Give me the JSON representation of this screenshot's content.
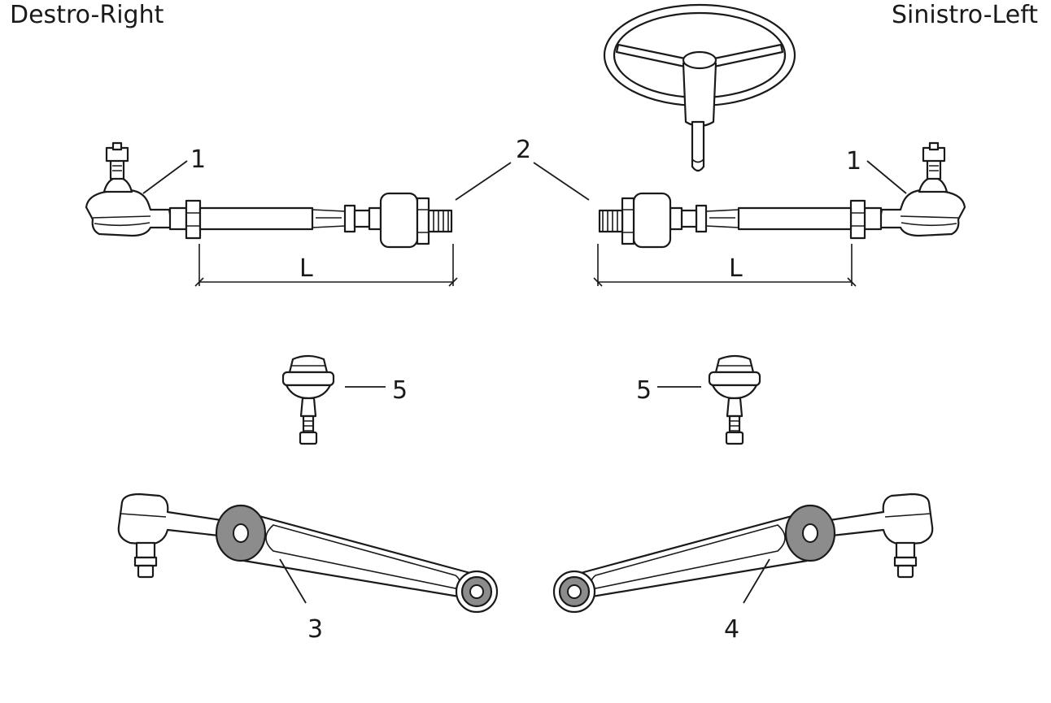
{
  "header": {
    "left_label": "Destro-Right",
    "right_label": "Sinistro-Left"
  },
  "callouts": {
    "tie_rod_end_right": "1",
    "tie_rod_end_left": "1",
    "axial_joint": "2",
    "dimension_right": "L",
    "dimension_left": "L",
    "ball_joint_right": "5",
    "ball_joint_left": "5",
    "control_arm_right": "3",
    "control_arm_left": "4"
  },
  "colors": {
    "line": "#1a1a1a",
    "bushing": "#8c8c8c",
    "background": "#ffffff"
  },
  "icons": [
    "steering-wheel-icon",
    "tie-rod-icon",
    "ball-joint-icon",
    "control-arm-icon"
  ]
}
